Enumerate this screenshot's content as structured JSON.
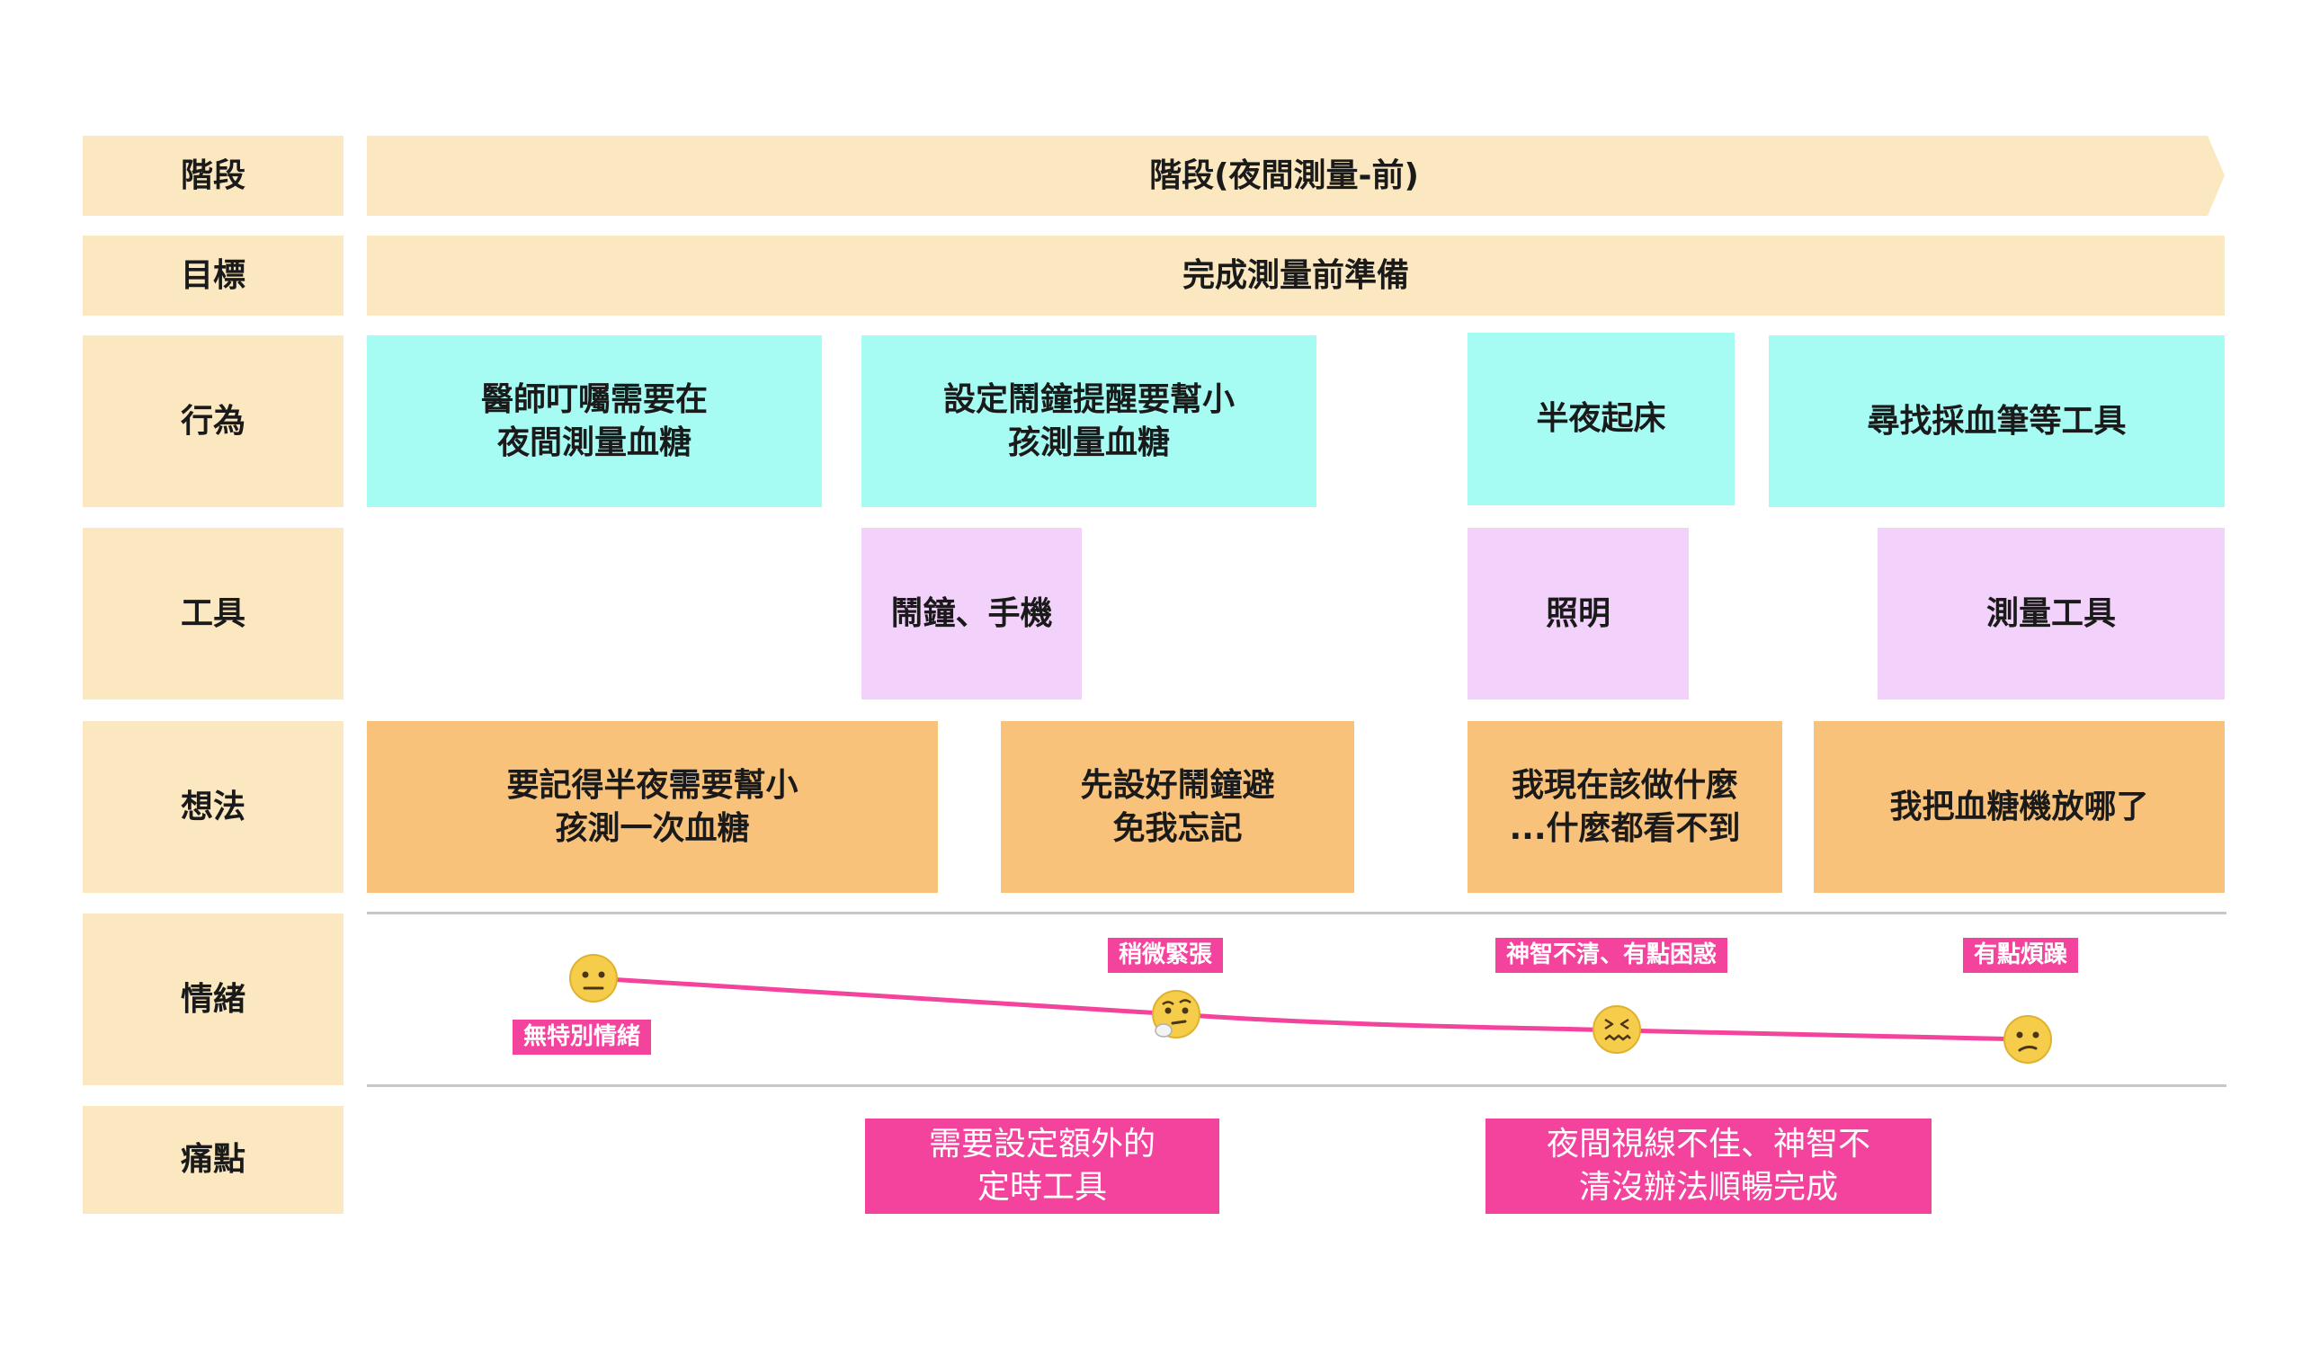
{
  "rows": {
    "stage": "階段",
    "goal": "目標",
    "action": "行為",
    "tool": "工具",
    "thought": "想法",
    "emotion": "情緒",
    "pain": "痛點"
  },
  "stage_title": "階段(夜間測量-前)",
  "goal_title": "完成測量前準備",
  "actions": [
    "醫師叮囑需要在\n夜間測量血糖",
    "設定鬧鐘提醒要幫小\n孩測量血糖",
    "半夜起床",
    "尋找採血筆等工具"
  ],
  "tools": [
    "鬧鐘、手機",
    "照明",
    "測量工具"
  ],
  "thoughts": [
    "要記得半夜需要幫小\n孩測一次血糖",
    "先設好鬧鐘避\n免我忘記",
    "我現在該做什麼\n...什麼都看不到",
    "我把血糖機放哪了"
  ],
  "emotions": [
    {
      "label": "無特別情緒",
      "icon": "neutral-face-icon"
    },
    {
      "label": "稍微緊張",
      "icon": "thinking-face-icon"
    },
    {
      "label": "神智不清、有點困惑",
      "icon": "confounded-face-icon"
    },
    {
      "label": "有點煩躁",
      "icon": "confused-face-icon"
    }
  ],
  "pains": [
    "需要設定額外的\n定時工具",
    "夜間視線不佳、神智不\n清沒辦法順暢完成"
  ],
  "colors": {
    "label": "#fbe8c0",
    "action": "#a6fbf3",
    "tool": "#f2d2fb",
    "thought": "#f8c27b",
    "pain": "#f4439d",
    "emotion_line": "#f4439d"
  }
}
